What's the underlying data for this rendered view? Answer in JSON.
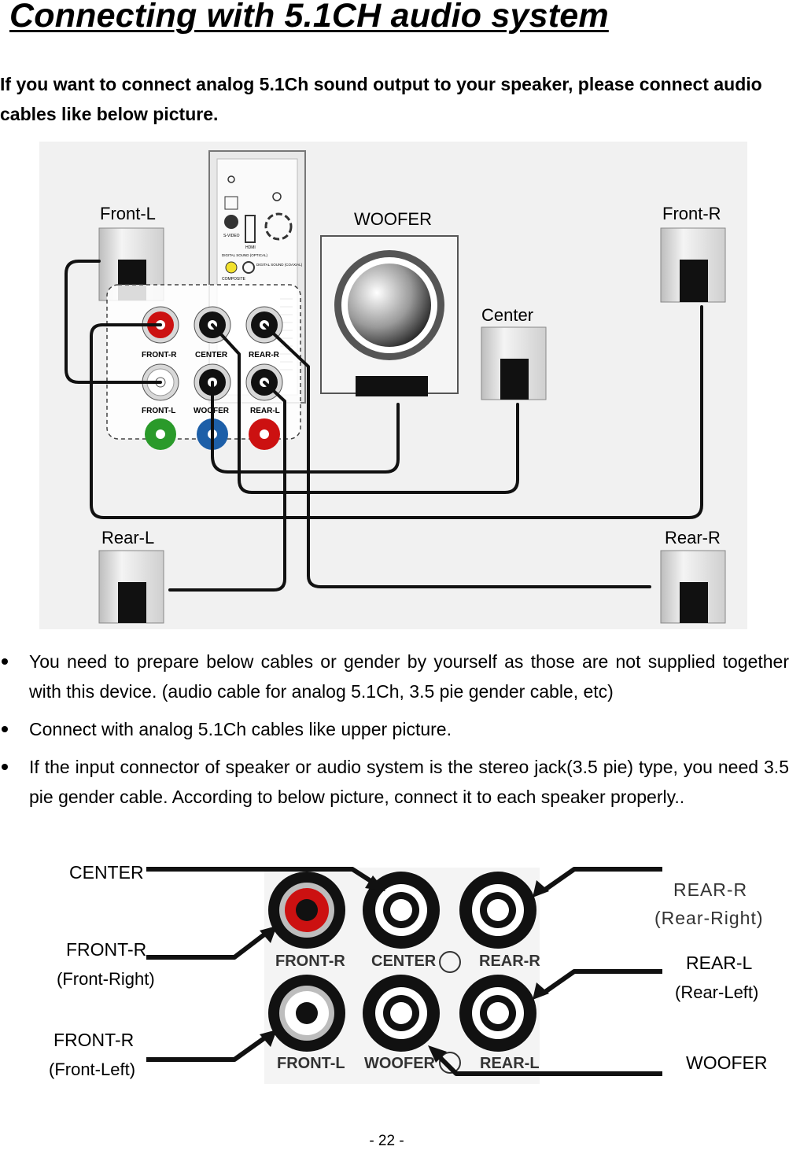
{
  "title": "Connecting with 5.1CH audio system",
  "intro": "If you want to connect analog 5.1Ch sound output to your speaker, please connect audio cables like below picture.",
  "figure1": {
    "speakers": {
      "front_left": "Front-L",
      "front_right": "Front-R",
      "woofer": "WOOFER",
      "center": "Center",
      "rear_left": "Rear-L",
      "rear_right": "Rear-R"
    },
    "jacks": {
      "front_r": "FRONT-R",
      "center": "CENTER",
      "rear_r": "REAR-R",
      "front_l": "FRONT-L",
      "woofer": "WOOFER",
      "rear_l": "REAR-L"
    },
    "device_labels": {
      "s_video": "S-VIDEO",
      "hdmi": "HDMI",
      "digital_coax": "DIGITAL SOUND (COAXIAL)",
      "digital_optical": "DIGITAL SOUND (OPTICAL)",
      "composite": "COMPOSITE"
    }
  },
  "bullets": [
    "You need to prepare below cables or gender by yourself as those are not supplied together with this device. (audio cable for analog 5.1Ch, 3.5 pie gender cable, etc)",
    "Connect with analog 5.1Ch cables like upper picture.",
    "If the input connector of speaker or audio system is the stereo jack(3.5 pie) type, you need 3.5 pie gender cable. According to below picture, connect it to each speaker properly.."
  ],
  "figure2": {
    "left_labels": {
      "center": "CENTER",
      "front_r": "FRONT-R",
      "front_r_sub": "(Front-Right)",
      "front_l": "FRONT-R",
      "front_l_sub": "(Front-Left)"
    },
    "right_labels": {
      "rear_r": "REAR-R",
      "rear_r_sub": "(Rear-Right)",
      "rear_l": "REAR-L",
      "rear_l_sub": "(Rear-Left)",
      "woofer": "WOOFER"
    },
    "jack_labels": {
      "front_r": "FRONT-R",
      "center": "CENTER",
      "rear_r": "REAR-R",
      "front_l": "FRONT-L",
      "woofer": "WOOFER",
      "rear_l": "REAR-L"
    }
  },
  "page_number": "- 22 -"
}
